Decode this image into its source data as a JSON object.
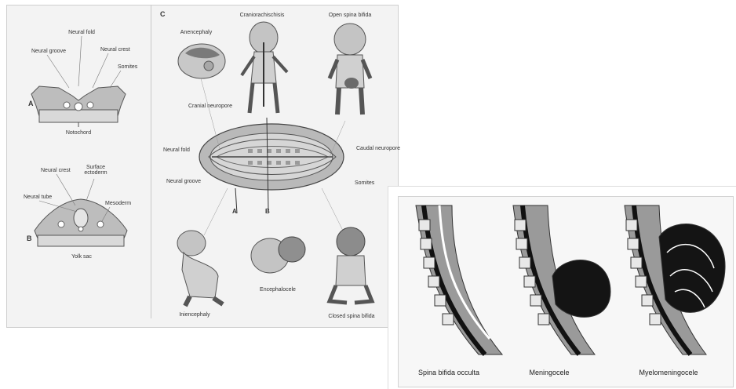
{
  "left_panel": {
    "A": {
      "letter": "A",
      "labels": {
        "neural_fold": "Neural fold",
        "neural_groove": "Neural groove",
        "neural_crest": "Neural crest",
        "somites": "Somites",
        "notochord": "Notochord"
      }
    },
    "B": {
      "letter": "B",
      "labels": {
        "neural_crest": "Neural crest",
        "surface_ectoderm": "Surface ectoderm",
        "neural_tube": "Neural tube",
        "mesoderm": "Mesoderm",
        "yolk_sac": "Yolk sac"
      }
    }
  },
  "right_panel": {
    "letter": "C",
    "anomalies": {
      "anencephaly": "Anencephaly",
      "craniorachischisis": "Craniorachischisis",
      "open_spina_bifida": "Open spina bifida",
      "iniencephaly": "Iniencephaly",
      "encephalocele": "Encephalocele",
      "closed_spina_bifida": "Closed spina bifida"
    },
    "embryo_labels": {
      "cranial_neuropore": "Cranial neuropore",
      "neural_fold": "Neural fold",
      "neural_groove": "Neural groove",
      "caudal_neuropore": "Caudal neuropore",
      "somites": "Somites",
      "A": "A",
      "B": "B"
    }
  },
  "spina_panel": {
    "captions": {
      "occulta": "Spina bifida occulta",
      "meningocele": "Meningocele",
      "myelomeningocele": "Myelomeningocele"
    }
  },
  "colors": {
    "background": "#ffffff",
    "panel": "#f3f3f3",
    "line": "#555555",
    "sac": "#1a1a1a"
  }
}
